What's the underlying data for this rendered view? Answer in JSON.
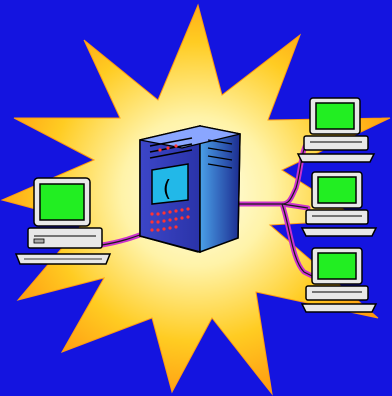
{
  "scene": {
    "background_color": "#1414e0",
    "burst_outer_color": "#ffcc22",
    "burst_inner_color": "#ffffee",
    "cable_color": "#cc33cc",
    "server_color": "#3c46c8",
    "monitor_screen_color": "#22ee22",
    "device_body_color": "#e8e8e8",
    "icons": {
      "server": "tower-server-icon",
      "workstation": "desktop-computer-icon",
      "burst": "starburst-shape"
    },
    "workstations": [
      {
        "id": "left"
      },
      {
        "id": "top-right"
      },
      {
        "id": "middle-right"
      },
      {
        "id": "bottom-right"
      }
    ]
  }
}
